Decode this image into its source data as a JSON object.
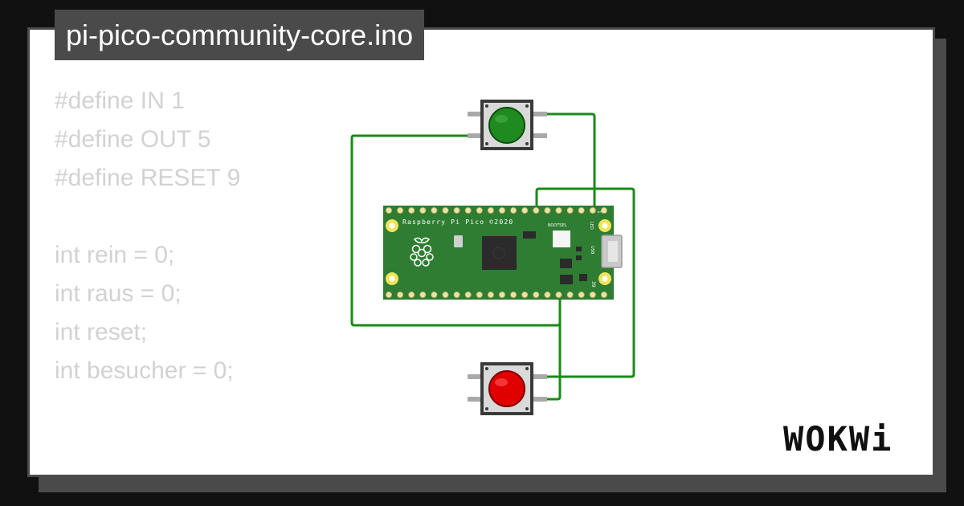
{
  "project": {
    "title": "pi-pico-community-core.ino"
  },
  "code": {
    "lines": [
      "#define IN 1",
      "#define OUT 5",
      "#define RESET 9",
      "",
      "int rein = 0;",
      "int raus = 0;",
      "int reset;",
      "int besucher = 0;"
    ]
  },
  "board": {
    "label": "Raspberry Pi Pico ©2020",
    "bootsel_label": "BOOTSEL",
    "usb_label": "USB",
    "led_label": "LED",
    "pin_label_top": "1",
    "pin_label_bottom": "39",
    "color": "#2e7d32"
  },
  "buttons": [
    {
      "name": "green-pushbutton",
      "color": "#1f8a1f"
    },
    {
      "name": "red-pushbutton",
      "color": "#e00000"
    }
  ],
  "wires": {
    "color": "#1a8a1a"
  },
  "brand": {
    "text": "WOKWi"
  }
}
